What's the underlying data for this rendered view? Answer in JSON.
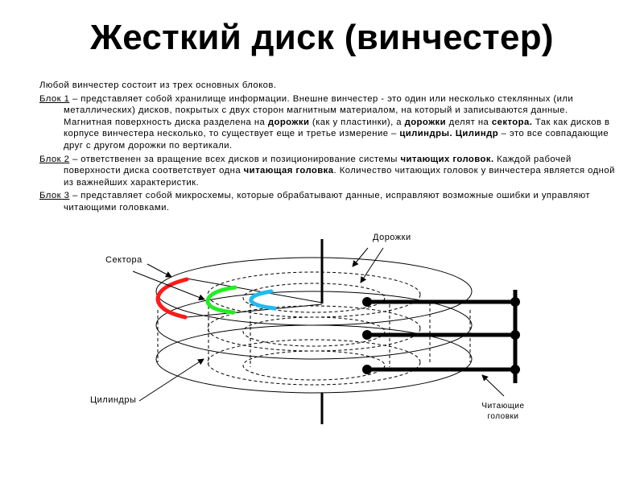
{
  "slide": {
    "title": "Жесткий диск (винчестер)",
    "intro": "Любой винчестер состоит из трех основных блоков.",
    "block1": {
      "label": "Блок 1",
      "t1": " – представляет собой хранилище информации. Внешне винчестер  - это один или несколько стеклянных (или металлических) дисков, покрытых с двух сторон магнитным материалом, на который и записываются данные. Магнитная поверхность диска разделена на ",
      "b1": "дорожки",
      "t2": " (как у пластинки), а ",
      "b2": "дорожки",
      "t3": " делят на ",
      "b3": "сектора.",
      "t4": " Так как дисков в корпусе винчестера несколько, то существует еще и третье измерение – ",
      "b4": "цилиндры. Цилиндр",
      "t5": " – это все совпадающие  друг с другом дорожки по вертикали."
    },
    "block2": {
      "label": "Блок 2",
      "t1": " – ответственен за вращение всех дисков и позиционирование системы ",
      "b1": "читающих головок.",
      "t2": "  Каждой рабочей поверхности диска соответствует одна ",
      "b2": "читающая головка",
      "t3": ". Количество читающих головок у винчестера является одной из важнейших характеристик."
    },
    "block3": {
      "label": "Блок 3",
      "t1": " – представляет собой микросхемы, которые обрабатывают данные, исправляют возможные ошибки и управляют читающими головками."
    }
  },
  "diagram": {
    "labels": {
      "sectors": "Сектора",
      "tracks": "Дорожки",
      "cylinders": "Цилиндры",
      "heads_line1": "Читающие",
      "heads_line2": "головки"
    },
    "colors": {
      "sector_outer": "#ff1a1a",
      "sector_middle": "#22ee22",
      "sector_inner": "#22bbee",
      "line": "#000000"
    },
    "platters": 3,
    "heads": 3
  }
}
